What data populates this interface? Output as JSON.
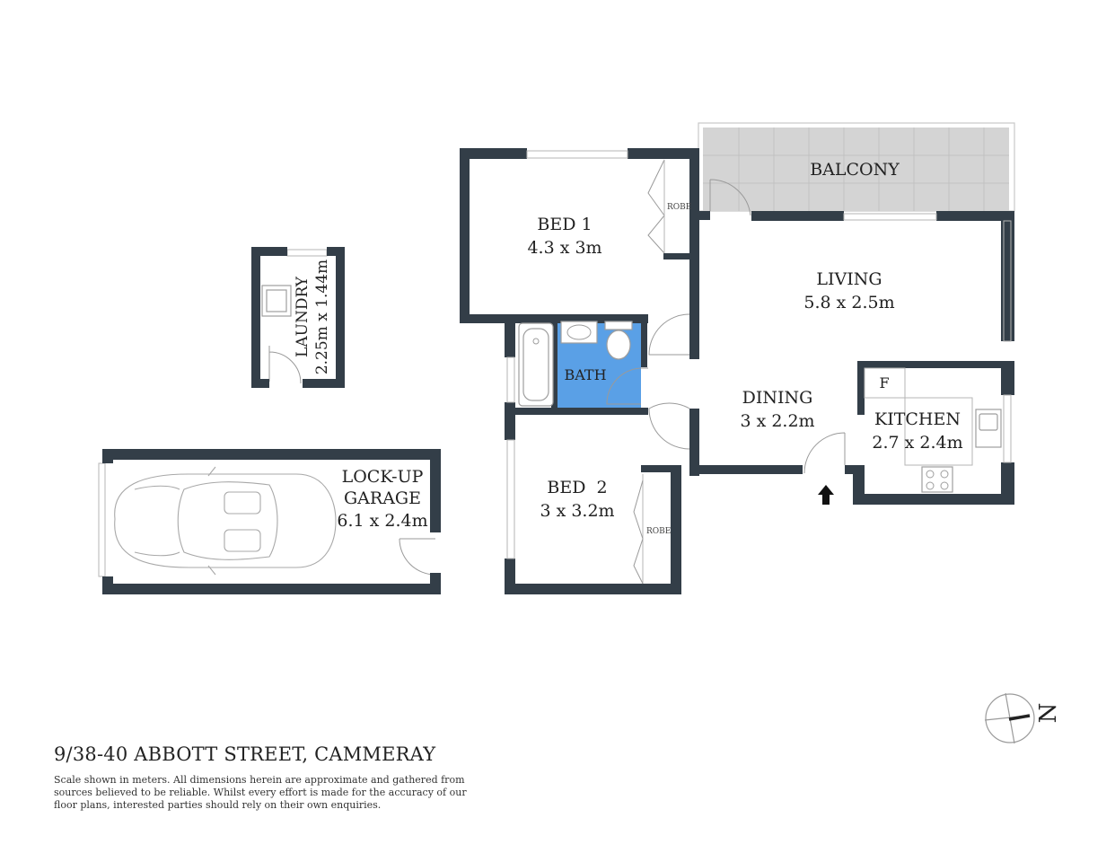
{
  "address": "9/38-40 ABBOTT STREET, CAMMERAY",
  "disclaimer": "Scale shown in meters. All dimensions herein are approximate and gathered from sources believed to be  reliable. Whilst every effort is made for the accuracy of our floor plans, interested parties should rely on their own enquiries.",
  "rooms": {
    "balcony": {
      "name": "BALCONY"
    },
    "bed1": {
      "name": "BED 1",
      "size": "4.3 x 3m"
    },
    "robe1": {
      "name": "ROBE"
    },
    "laundry": {
      "name": "LAUNDRY",
      "size": "2.25m x 1.44m"
    },
    "living": {
      "name": "LIVING",
      "size": "5.8 x 2.5m"
    },
    "bath": {
      "name": "BATH"
    },
    "dining": {
      "name": "DINING",
      "size": "3 x 2.2m"
    },
    "kitchen": {
      "name": "KITCHEN",
      "size": "2.7 x 2.4m",
      "fridge": "F"
    },
    "bed2": {
      "name": "BED  2",
      "size": "3 x 3.2m"
    },
    "robe2": {
      "name": "ROBE"
    },
    "garage": {
      "line1": "LOCK-UP",
      "line2": "GARAGE",
      "size": "6.1 x 2.4m"
    }
  },
  "compass": {
    "north_label": "N"
  },
  "colors": {
    "wall": "#333e48",
    "bath_tile": "#5aa0e6",
    "balcony_fill": "#d4d4d4",
    "background": "#ffffff"
  },
  "icons": [
    "car-icon",
    "entry-arrow-icon",
    "compass-icon",
    "toilet-icon",
    "basin-icon",
    "bathtub-icon",
    "sink-icon",
    "cooktop-icon"
  ]
}
